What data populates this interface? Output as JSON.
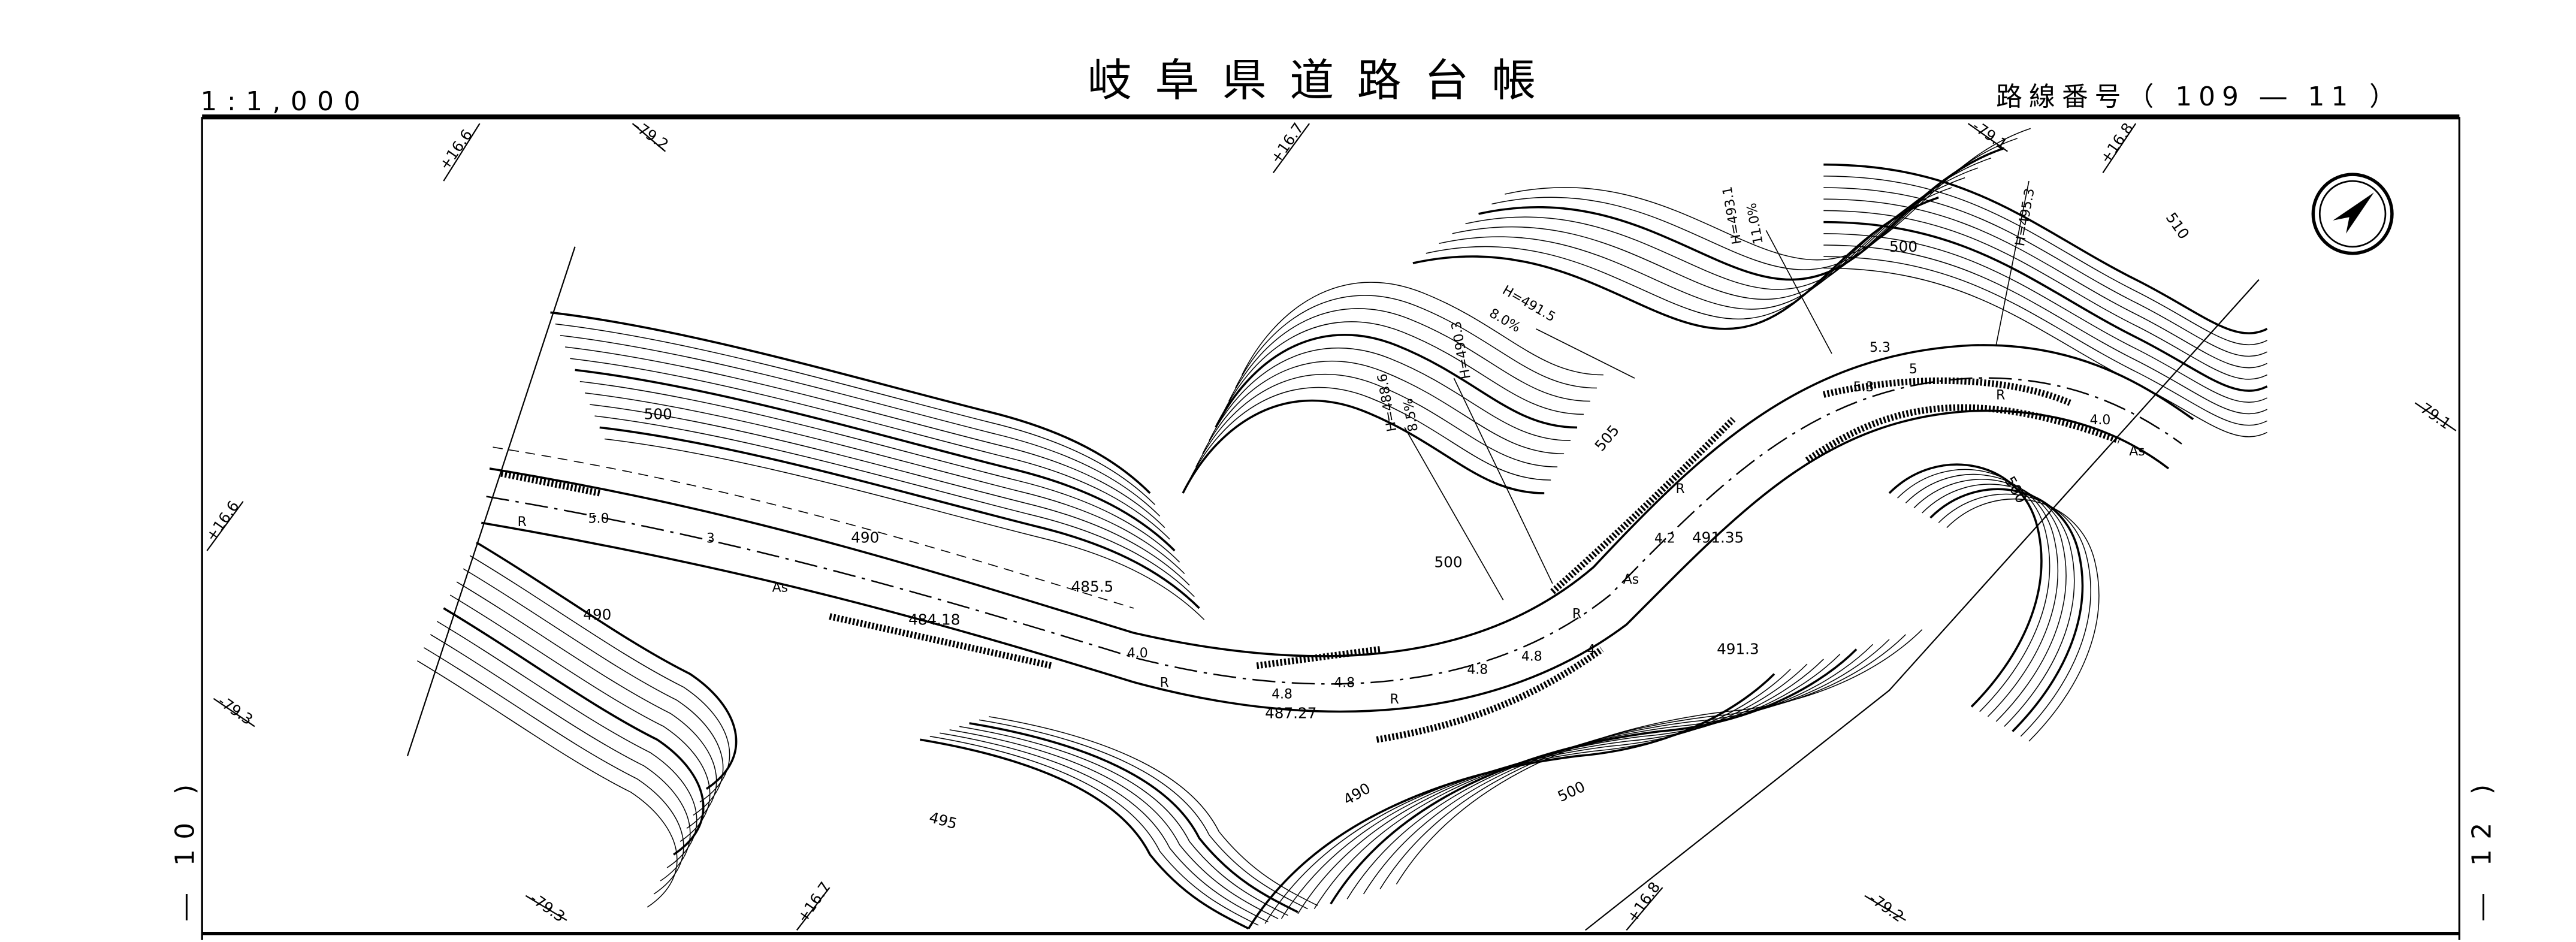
{
  "header": {
    "scale": "1:1,000",
    "title": "岐阜県道路台帳",
    "route_number": "路線番号（ 109 ― 11 ）"
  },
  "side_labels": {
    "left": "― 10 )",
    "right": "― 12 )"
  },
  "grid_marks": {
    "top": [
      "+16.6",
      "-79.2",
      "+16.7",
      "-79.1",
      "+16.8"
    ],
    "left": [
      "+16.6",
      "-79.3"
    ],
    "right": [
      "-79.1"
    ],
    "bottom": [
      "-79.3",
      "+16.7",
      "+16.8",
      "-79.2"
    ]
  },
  "contour_labels": [
    "500",
    "490",
    "490",
    "500",
    "505",
    "500",
    "510",
    "500",
    "495",
    "490",
    "500"
  ],
  "spot_heights": [
    "485.5",
    "484.18",
    "487.27",
    "491.35",
    "491.3"
  ],
  "gradient_labels": [
    {
      "h": "H=488.6",
      "grade": "8.5%"
    },
    {
      "h": "H=490.3",
      "grade": ""
    },
    {
      "h": "H=491.5",
      "grade": "8.0%"
    },
    {
      "h": "H=493.1",
      "grade": "11.0%"
    },
    {
      "h": "H=495.3",
      "grade": ""
    }
  ],
  "road_labels": [
    "R",
    "5.0",
    "3",
    "As",
    "4.0",
    "R",
    "4.8",
    "4.8",
    "R",
    "4.8",
    "4.8",
    "R",
    "4",
    "As",
    "4.2",
    "R",
    "5.3",
    "5.3",
    "5",
    "R",
    "4.0",
    "As"
  ],
  "symbols": {
    "north_arrow": "north-arrow-icon"
  }
}
